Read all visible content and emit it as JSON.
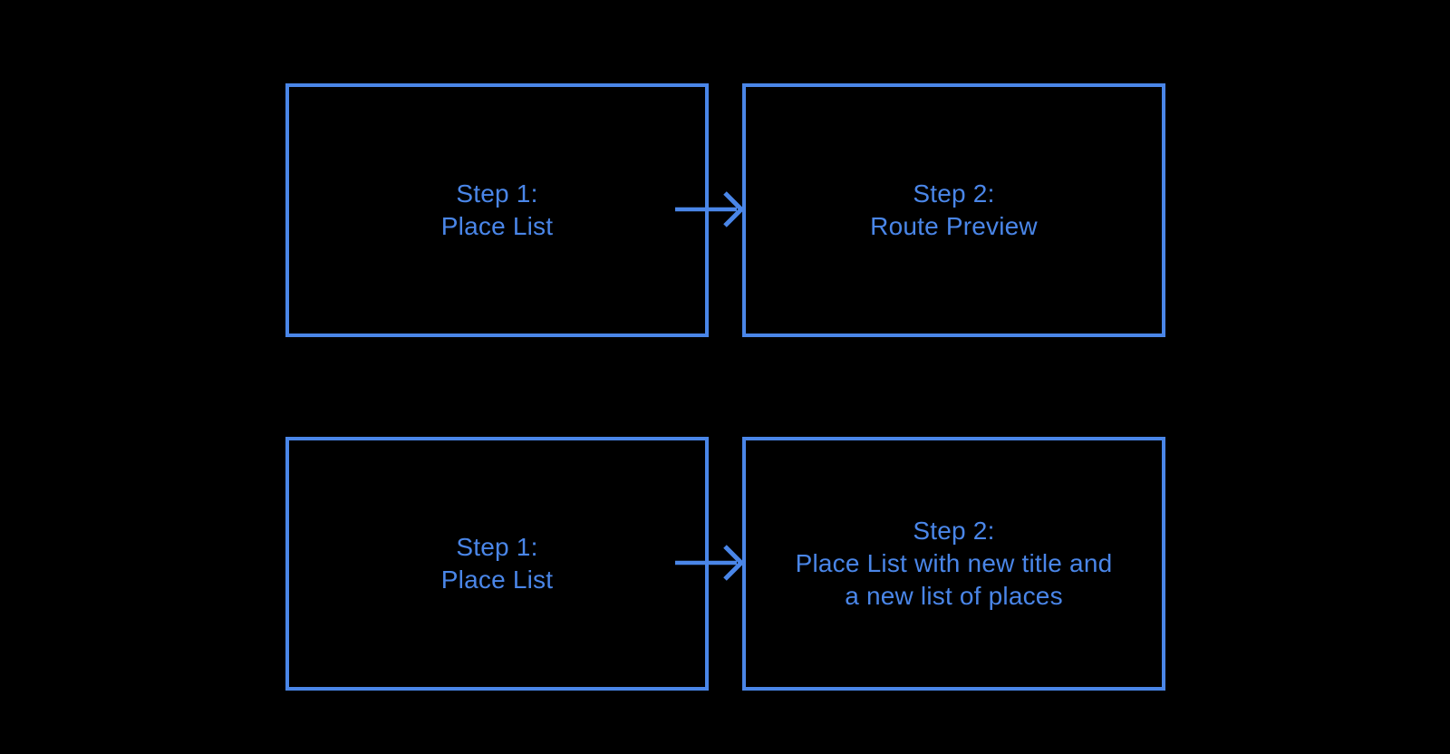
{
  "diagram": {
    "background_color": "#000000",
    "accent_color": "#4a86e8",
    "flows": [
      {
        "step1": {
          "lines": [
            "Step 1:",
            "Place List"
          ]
        },
        "step2": {
          "lines": [
            "Step 2:",
            "Route Preview"
          ]
        }
      },
      {
        "step1": {
          "lines": [
            "Step 1:",
            "Place List"
          ]
        },
        "step2": {
          "lines": [
            "Step 2:",
            "Place List with new title and",
            "a new list of places"
          ]
        }
      }
    ]
  }
}
